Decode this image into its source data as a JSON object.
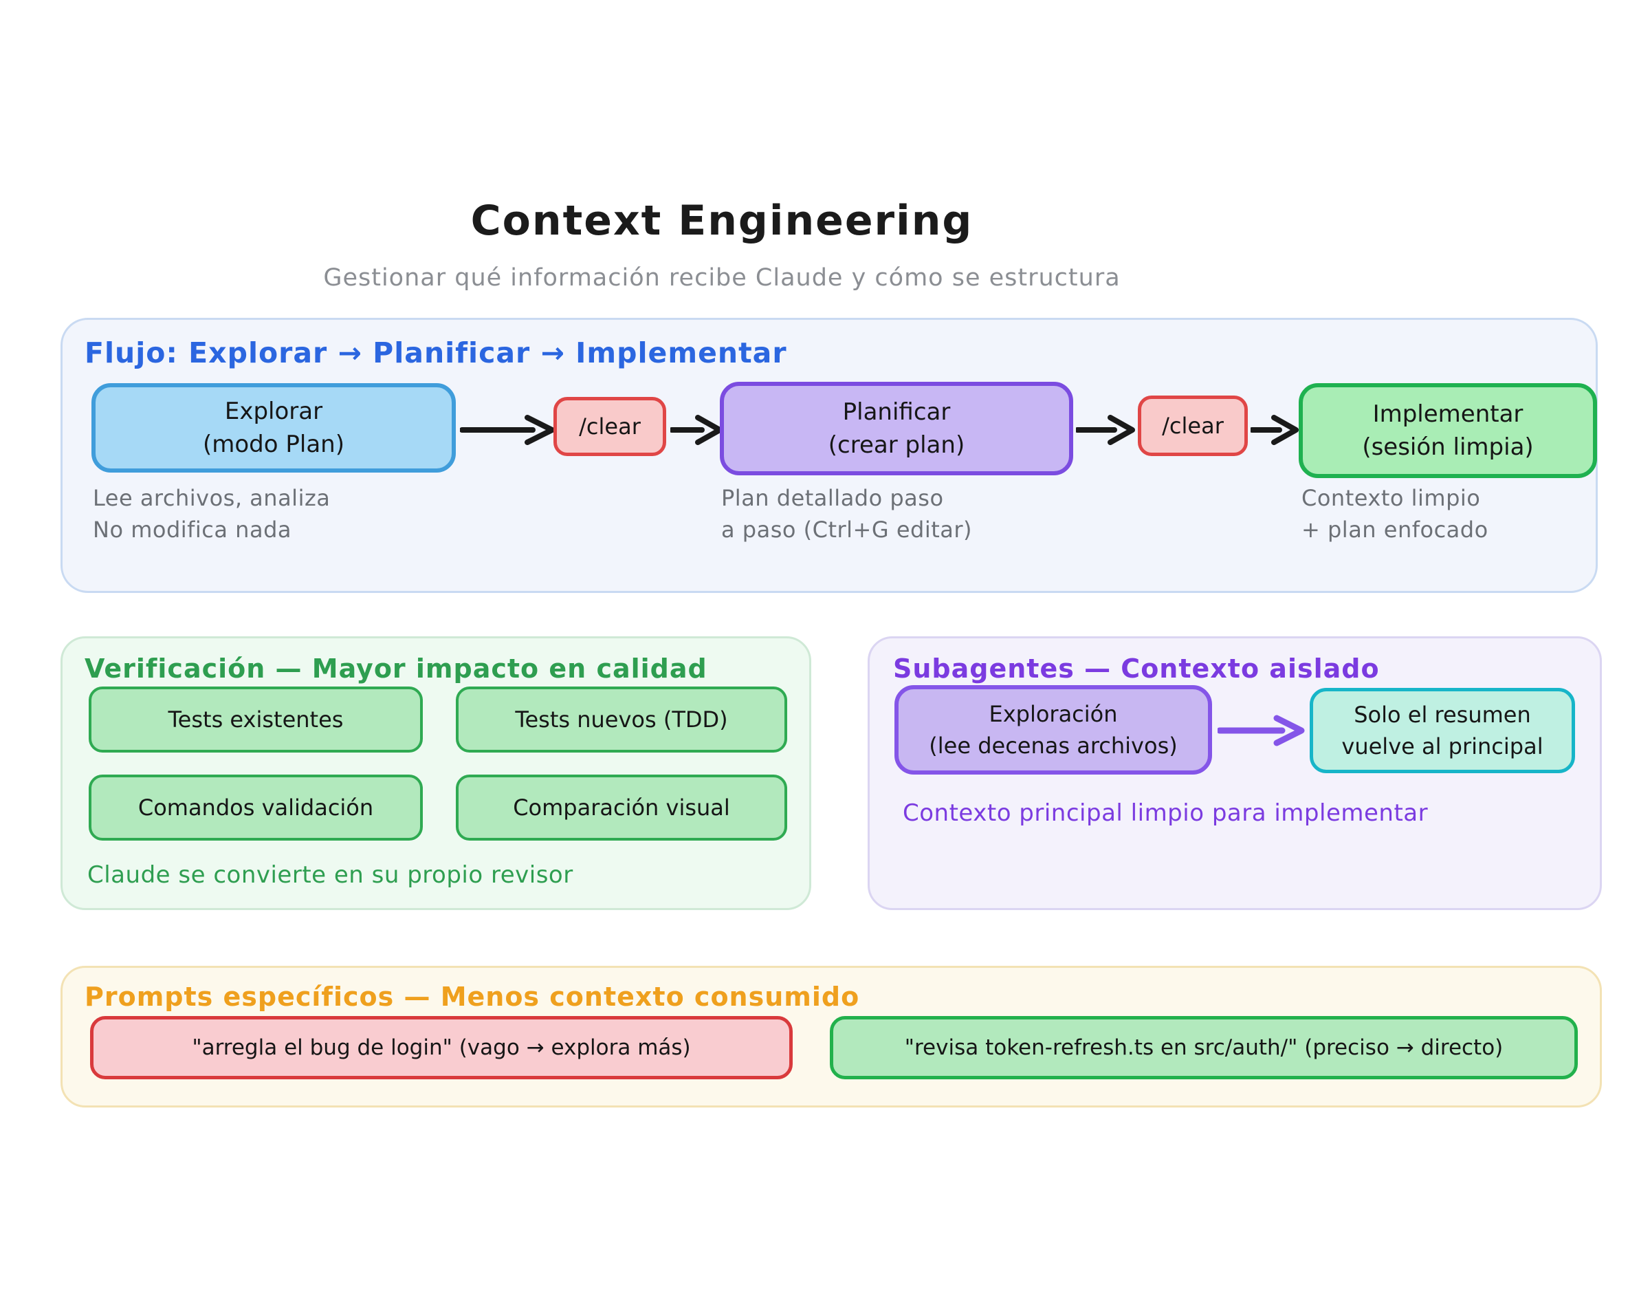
{
  "title": "Context Engineering",
  "subtitle": "Gestionar qué información recibe Claude y cómo se estructura",
  "flow": {
    "header": "Flujo: Explorar → Planificar → Implementar",
    "explore": {
      "line1": "Explorar",
      "line2": "(modo Plan)"
    },
    "clear1": {
      "label": "/clear"
    },
    "plan": {
      "line1": "Planificar",
      "line2": "(crear plan)"
    },
    "clear2": {
      "label": "/clear"
    },
    "implement": {
      "line1": "Implementar",
      "line2": "(sesión limpia)"
    },
    "notes": {
      "explore1": "Lee archivos, analiza",
      "explore2": "No modifica nada",
      "plan1": "Plan detallado paso",
      "plan2": "a paso (Ctrl+G editar)",
      "implement1": "Contexto limpio",
      "implement2": "+ plan enfocado"
    }
  },
  "verification": {
    "header": "Verificación — Mayor impacto en calidad",
    "boxes": [
      "Tests existentes",
      "Tests nuevos (TDD)",
      "Comandos validación",
      "Comparación visual"
    ],
    "footer": "Claude se convierte en su propio revisor"
  },
  "subagents": {
    "header": "Subagentes — Contexto aislado",
    "exploration": {
      "line1": "Exploración",
      "line2": "(lee decenas archivos)"
    },
    "summary": {
      "line1": "Solo el resumen",
      "line2": "vuelve al principal"
    },
    "footer": "Contexto principal limpio para implementar"
  },
  "prompts": {
    "header": "Prompts específicos — Menos contexto consumido",
    "vague": "\"arregla el bug de login\" (vago → explora más)",
    "precise": "\"revisa token-refresh.ts en src/auth/\" (preciso → directo)"
  },
  "colors": {
    "flow_header": "#2b66e0",
    "explore_fill": "#a6d9f6",
    "explore_border": "#409ddb",
    "clear_fill": "#f9caca",
    "clear_border": "#e04646",
    "plan_fill": "#c8b7f4",
    "plan_border": "#7b4ce0",
    "implement_fill": "#a9edb5",
    "implement_border": "#1fb150",
    "verification_accent": "#2e9e50",
    "verification_pill_fill": "#b2e9bd",
    "subagents_accent": "#7b3be0",
    "subagent_box_fill": "#c8b7f2",
    "summary_fill": "#bff0e2",
    "summary_border": "#17b5c8",
    "prompts_accent": "#efa01e",
    "vague_fill": "#f9ccd0",
    "vague_border": "#d93a3c",
    "precise_fill": "#b2e9bd",
    "precise_border": "#22b14c",
    "note_gray": "#6c7076"
  }
}
